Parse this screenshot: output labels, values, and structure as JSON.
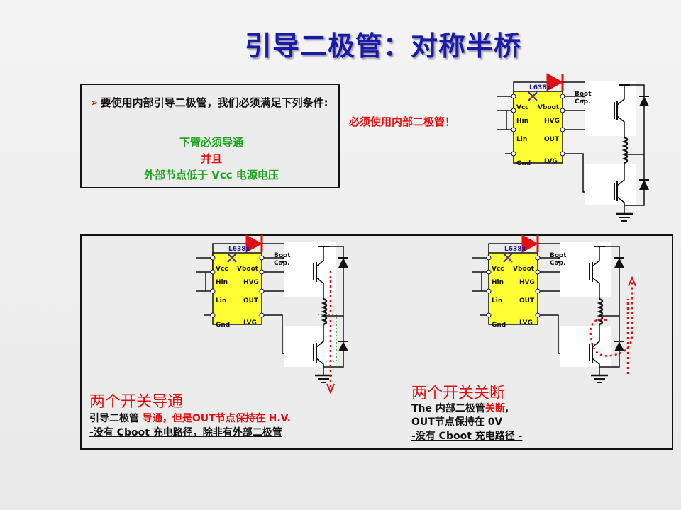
{
  "slide": {
    "title": "引导二极管：对称半桥"
  },
  "conditions": {
    "bullet": "➢",
    "intro": "要使用内部引导二极管，我们必须满足下列条件:",
    "line1": "下臂必须导通",
    "line2": "并且",
    "line3": "外部节点低于 Vcc 电源电压"
  },
  "side_note": {
    "text": "必须使用内部二极管！"
  },
  "circuit_labels": {
    "chip": "L638x",
    "vcc": "Vcc",
    "vboot": "Vboot",
    "hin": "Hin",
    "lin": "Lin",
    "gnd": "Gnd",
    "hvg": "HVG",
    "out": "OUT",
    "lvg": "LVG",
    "boot": "Boot",
    "cap": "Cap."
  },
  "case_on": {
    "heading": "两个开关导通",
    "line1_a": "引导二极管",
    "line1_b": "导通，但是OUT节点保持在 H.V.",
    "line2": "-没有 Cboot 充电路径，除非有外部二极管"
  },
  "case_off": {
    "heading": "两个开关关断",
    "line1_a": "The 内部二极管",
    "line1_b": "关断",
    "line1_c": ",",
    "line2": "OUT节点保持在 0V",
    "line3": "-没有 Cboot 充电路径 -"
  },
  "colors": {
    "title": "#1a1aa6",
    "chip_fill": "#ffff33",
    "diode": "#e01010",
    "highlight_green": "#1fa21f",
    "highlight_red": "#e01010",
    "chip_label": "#1a1aa6"
  }
}
